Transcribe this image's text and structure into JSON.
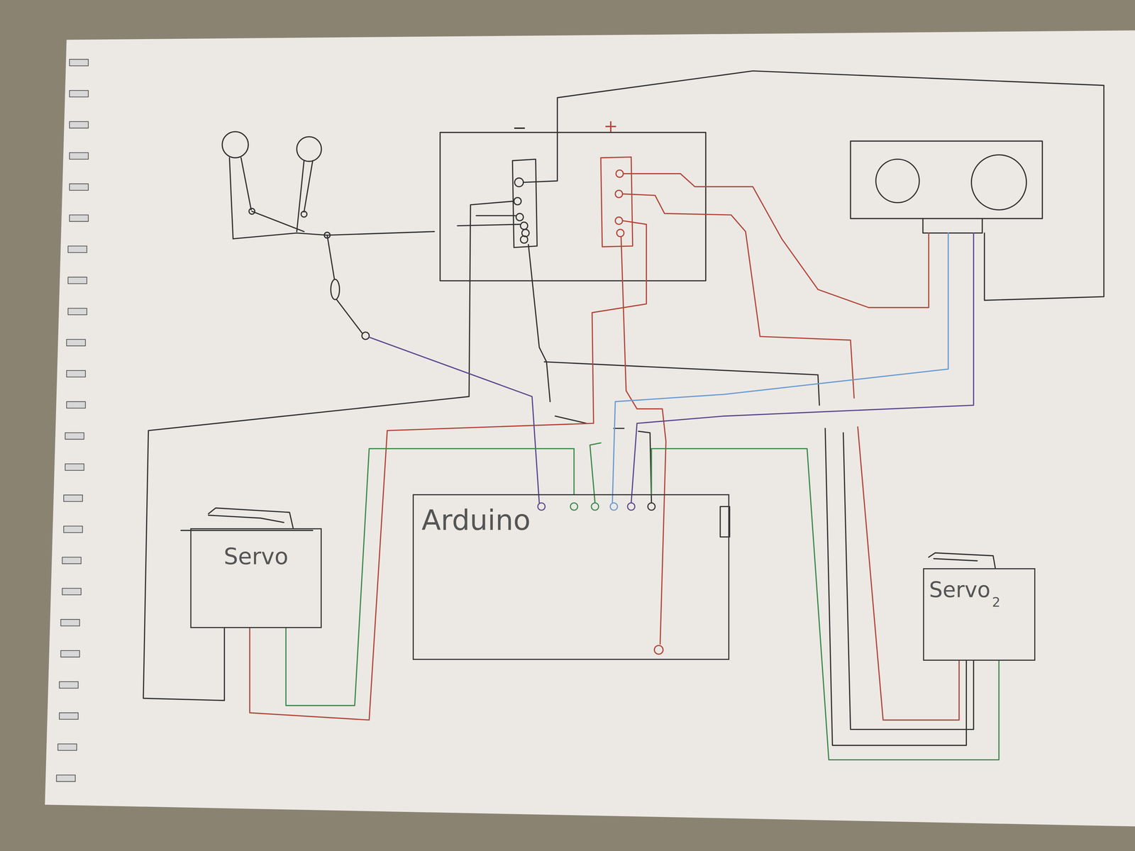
{
  "diagram": {
    "nodes": [
      {
        "text": [
          "Arduino"
        ]
      },
      {
        "text": [
          "Servo"
        ]
      },
      {
        "text": [
          "Servo",
          "2"
        ]
      }
    ],
    "edges": [
      {
        "from": 1,
        "to": 0,
        "arrow": "none"
      },
      {
        "from": 2,
        "to": 0,
        "arrow": "none"
      }
    ],
    "labels": [
      "−",
      "+"
    ]
  }
}
